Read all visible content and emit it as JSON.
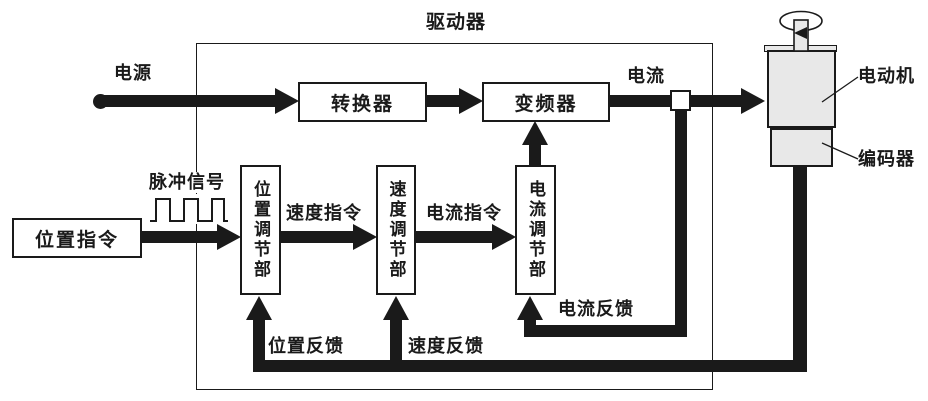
{
  "title": "驱动器",
  "labels": {
    "power": "电源",
    "current": "电流",
    "pulse_signal": "脉冲信号",
    "speed_command": "速度指令",
    "current_command": "电流指令",
    "position_feedback": "位置反馈",
    "speed_feedback": "速度反馈",
    "current_feedback": "电流反馈",
    "motor": "电动机",
    "encoder": "编码器"
  },
  "blocks": {
    "position_command": "位置指令",
    "converter": "转换器",
    "inverter": "变频器",
    "position_regulator": "位置调节部",
    "speed_regulator": "速度调节部",
    "current_regulator": "电流调节部"
  },
  "icons": {
    "pulse_waveform": "square-wave-icon",
    "rotation": "rotation-arrow-icon",
    "junction": "current-tap-node"
  },
  "colors": {
    "line": "#1a1a1a",
    "device_fill": "#e8e8e8",
    "background": "#ffffff"
  }
}
